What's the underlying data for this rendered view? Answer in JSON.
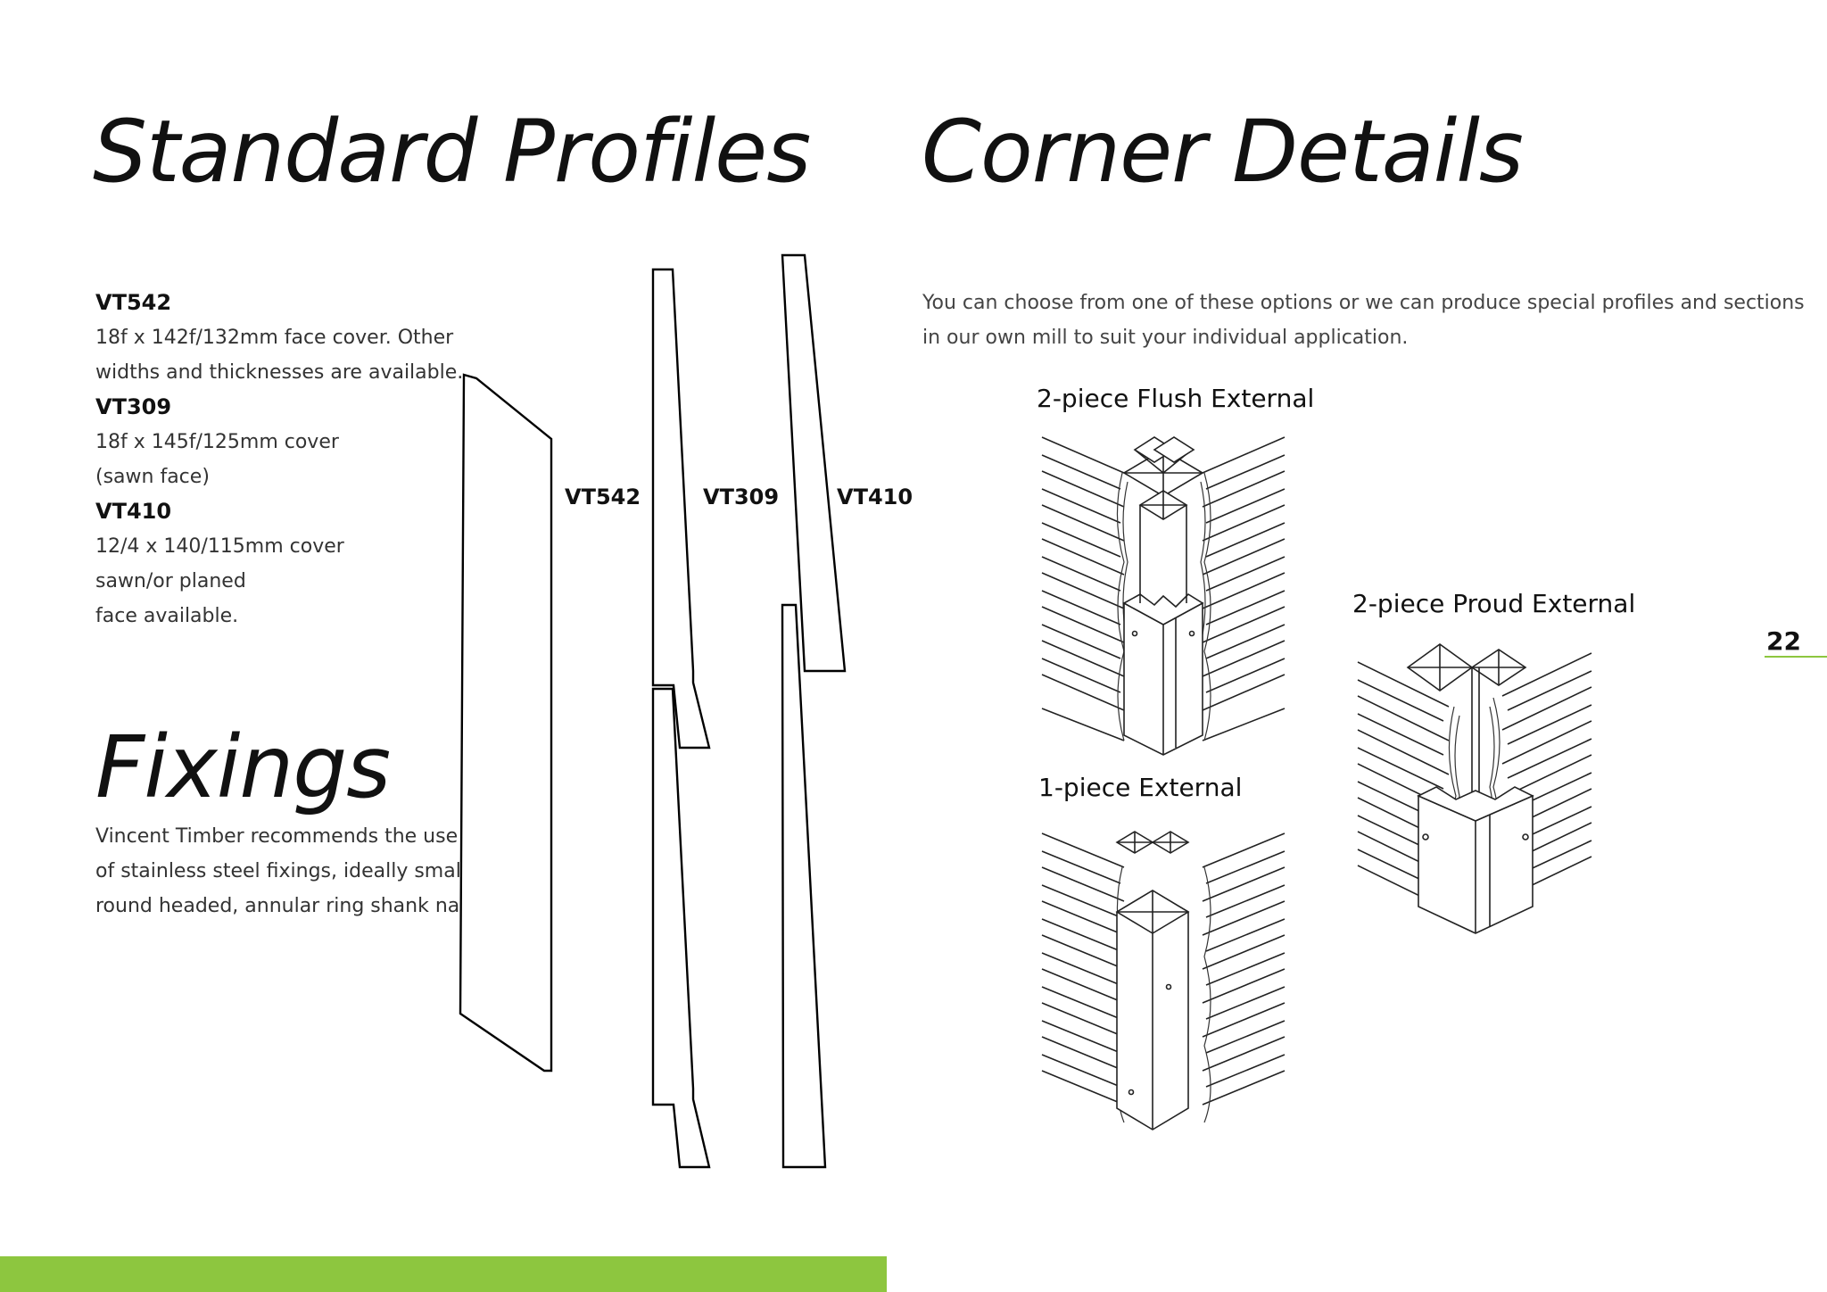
{
  "left": {
    "title": "Standard Profiles",
    "profiles": [
      {
        "code": "VT542",
        "lines": [
          "18f x 142f/132mm face cover. Other",
          "widths and thicknesses are available."
        ]
      },
      {
        "code": "VT309",
        "lines": [
          "18f x 145f/125mm cover",
          "(sawn face)"
        ]
      },
      {
        "code": "VT410",
        "lines": [
          "12/4 x 140/115mm cover",
          "sawn/or planed",
          "face available."
        ]
      }
    ],
    "drawing_labels": [
      "VT542",
      "VT309",
      "VT410"
    ],
    "fixings": {
      "title": "Fixings",
      "lines": [
        "Vincent Timber recommends the use",
        "of stainless steel fixings, ideally small",
        "round headed, annular ring shank nails."
      ]
    }
  },
  "right": {
    "title": "Corner Details",
    "intro": [
      "You can choose from one of these options or we can produce special profiles and sections",
      "in our own mill to suit your individual application."
    ],
    "details": [
      "2-piece Flush External",
      "2-piece Proud External",
      "1-piece External"
    ]
  },
  "page_number": "22",
  "colors": {
    "accent": "#8dc63f",
    "text": "#111111"
  }
}
